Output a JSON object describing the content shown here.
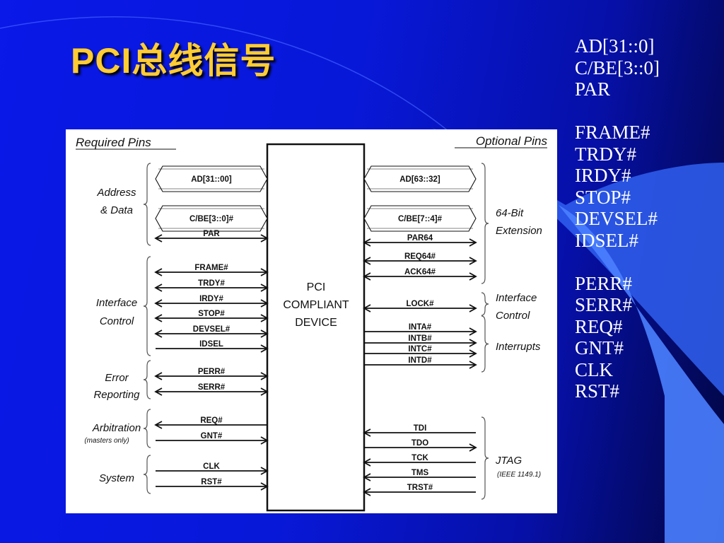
{
  "slide": {
    "title": "PCI总线信号",
    "title_color": "#ffcc33",
    "text_color": "#ffffff"
  },
  "signal_list": [
    "AD[31::0]",
    "C/BE[3::0]",
    "PAR",
    "",
    "FRAME#",
    "TRDY#",
    "IRDY#",
    "STOP#",
    "DEVSEL#",
    "IDSEL#",
    "",
    "PERR#",
    "SERR#",
    "REQ#",
    "GNT#",
    "CLK",
    "RST#"
  ],
  "diagram": {
    "header_left": "Required Pins",
    "header_right": "Optional Pins",
    "device_label": [
      "PCI",
      "COMPLIANT",
      "DEVICE"
    ],
    "left_groups": [
      {
        "label": [
          "Address",
          "&  Data"
        ],
        "pins": [
          {
            "name": "AD[31::00]",
            "style": "bus",
            "dir": "both"
          },
          {
            "name": "C/BE[3::0]#",
            "style": "bus",
            "dir": "both"
          },
          {
            "name": "PAR",
            "style": "line",
            "dir": "both"
          }
        ]
      },
      {
        "label": [
          "Interface",
          "Control"
        ],
        "pins": [
          {
            "name": "FRAME#",
            "style": "line",
            "dir": "both"
          },
          {
            "name": "TRDY#",
            "style": "line",
            "dir": "both"
          },
          {
            "name": "IRDY#",
            "style": "line",
            "dir": "both"
          },
          {
            "name": "STOP#",
            "style": "line",
            "dir": "both"
          },
          {
            "name": "DEVSEL#",
            "style": "line",
            "dir": "both"
          },
          {
            "name": "IDSEL",
            "style": "line",
            "dir": "in"
          }
        ]
      },
      {
        "label": [
          "Error",
          "Reporting"
        ],
        "pins": [
          {
            "name": "PERR#",
            "style": "line",
            "dir": "both"
          },
          {
            "name": "SERR#",
            "style": "line",
            "dir": "both"
          }
        ]
      },
      {
        "label": [
          "Arbitration"
        ],
        "sublabel": "(masters only)",
        "pins": [
          {
            "name": "REQ#",
            "style": "line",
            "dir": "out"
          },
          {
            "name": "GNT#",
            "style": "line",
            "dir": "in"
          }
        ]
      },
      {
        "label": [
          "System"
        ],
        "pins": [
          {
            "name": "CLK",
            "style": "line",
            "dir": "in"
          },
          {
            "name": "RST#",
            "style": "line",
            "dir": "in"
          }
        ]
      }
    ],
    "right_groups": [
      {
        "label": [
          "64-Bit",
          "Extension"
        ],
        "pins": [
          {
            "name": "AD[63::32]",
            "style": "bus",
            "dir": "both"
          },
          {
            "name": "C/BE[7::4]#",
            "style": "bus",
            "dir": "both"
          },
          {
            "name": "PAR64",
            "style": "line",
            "dir": "both"
          },
          {
            "name": "REQ64#",
            "style": "line",
            "dir": "both"
          },
          {
            "name": "ACK64#",
            "style": "line",
            "dir": "both"
          }
        ]
      },
      {
        "label": [
          "Interface",
          "Control"
        ],
        "pins": [
          {
            "name": "LOCK#",
            "style": "line",
            "dir": "both"
          }
        ]
      },
      {
        "label": [
          "Interrupts"
        ],
        "pins": [
          {
            "name": "INTA#",
            "style": "line",
            "dir": "out"
          },
          {
            "name": "INTB#",
            "style": "line",
            "dir": "out"
          },
          {
            "name": "INTC#",
            "style": "line",
            "dir": "out"
          },
          {
            "name": "INTD#",
            "style": "line",
            "dir": "out"
          }
        ]
      },
      {
        "label": [
          "JTAG"
        ],
        "sublabel": "(IEEE 1149.1)",
        "pins": [
          {
            "name": "TDI",
            "style": "line",
            "dir": "in"
          },
          {
            "name": "TDO",
            "style": "line",
            "dir": "out"
          },
          {
            "name": "TCK",
            "style": "line",
            "dir": "in"
          },
          {
            "name": "TMS",
            "style": "line",
            "dir": "in"
          },
          {
            "name": "TRST#",
            "style": "line",
            "dir": "in"
          }
        ]
      }
    ]
  }
}
